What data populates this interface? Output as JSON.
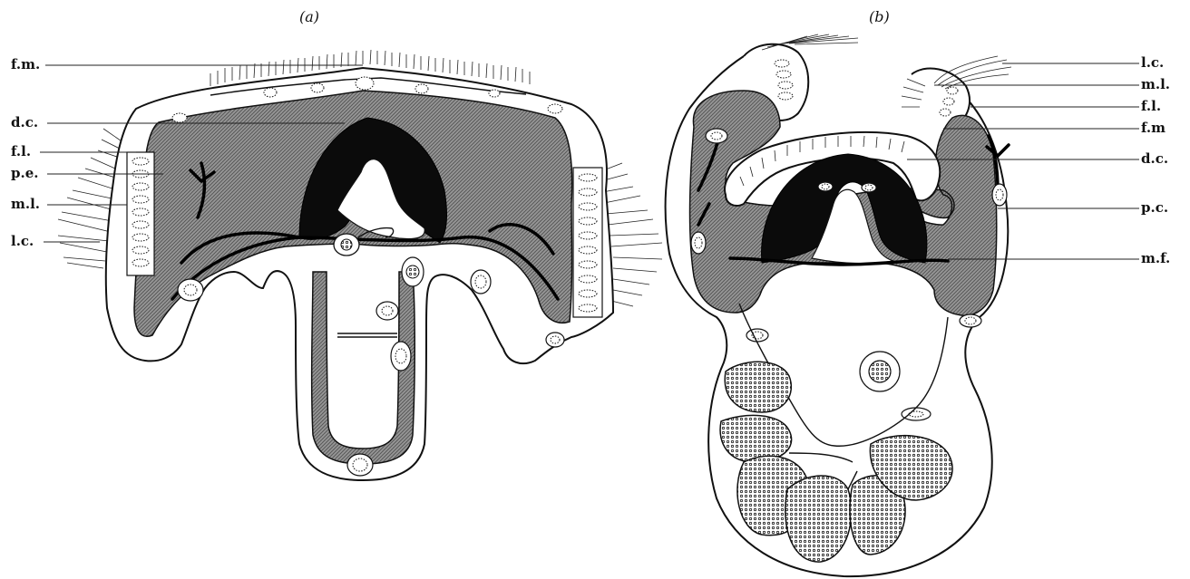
{
  "figure": {
    "panels": [
      {
        "id": "a",
        "caption": "(a)",
        "labels": [
          "f.m.",
          "d.c.",
          "f.l.",
          "p.e.",
          "m.l.",
          "l.c."
        ]
      },
      {
        "id": "b",
        "caption": "(b)",
        "labels": [
          "l.c.",
          "m.l.",
          "f.l.",
          "f.m",
          "d.c.",
          "p.c.",
          "m.f."
        ]
      }
    ]
  }
}
